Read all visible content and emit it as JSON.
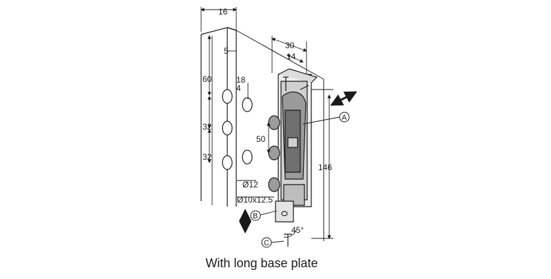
{
  "caption": "With long base plate",
  "dimensions": {
    "top_width": "16",
    "edge_offset": "5",
    "top_spacing": "60",
    "hole_pitch_1": "32",
    "hole_pitch_2": "32",
    "drill_offset": "18",
    "drill_inset": "4",
    "plate_width": "30",
    "plate_offset": "14",
    "screw_spacing": "50",
    "plate_height": "146",
    "hole_diameter": "Ø12",
    "slot_size": "Ø10x12.5",
    "angle": "45°"
  },
  "callouts": {
    "a": "A",
    "b": "B",
    "c": "C"
  },
  "colors": {
    "line": "#1a1a1a",
    "fill_light": "#e6e6e6",
    "fill_mid": "#b8b8b8",
    "fill_dark": "#7a7a7a"
  }
}
